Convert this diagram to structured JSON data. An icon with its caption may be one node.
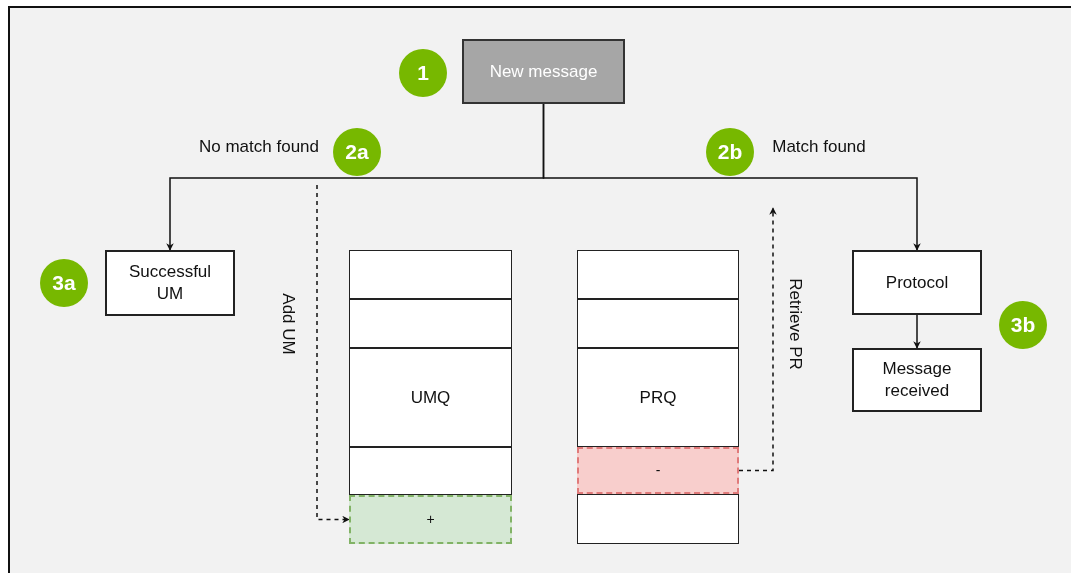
{
  "diagram": {
    "nodes": [
      {
        "text": [
          "1"
        ]
      },
      {
        "text": [
          "New message"
        ]
      },
      {
        "text": [
          "2a"
        ]
      },
      {
        "text": [
          "2b"
        ]
      },
      {
        "text": [
          "3a"
        ]
      },
      {
        "text": [
          "Successful UM"
        ]
      },
      {
        "text": [],
        "shape": "box"
      },
      {
        "text": [],
        "shape": "box"
      },
      {
        "text": [
          "UMQ"
        ]
      },
      {
        "text": [],
        "shape": "box"
      },
      {
        "text": [
          "+"
        ]
      },
      {
        "text": [],
        "shape": "box"
      },
      {
        "text": [],
        "shape": "box"
      },
      {
        "text": [
          "PRQ"
        ]
      },
      {
        "text": [
          "-"
        ]
      },
      {
        "text": [],
        "shape": "box"
      },
      {
        "text": [
          "Protocol"
        ]
      },
      {
        "text": [
          "3b"
        ]
      },
      {
        "text": [
          "Message received"
        ]
      }
    ],
    "edges": [
      {
        "from": 1,
        "to": 5,
        "arrow": "to",
        "label": "No match found"
      },
      {
        "from": 1,
        "to": 16,
        "arrow": "to",
        "label": "Match found"
      },
      {
        "from": null,
        "to": 10,
        "arrow": "to",
        "label": "Add UM",
        "style": "dashed"
      },
      {
        "from": 14,
        "to": null,
        "arrow": "to",
        "label": "Retrieve PR",
        "style": "dashed"
      },
      {
        "from": 16,
        "to": 18,
        "arrow": "to"
      }
    ]
  }
}
